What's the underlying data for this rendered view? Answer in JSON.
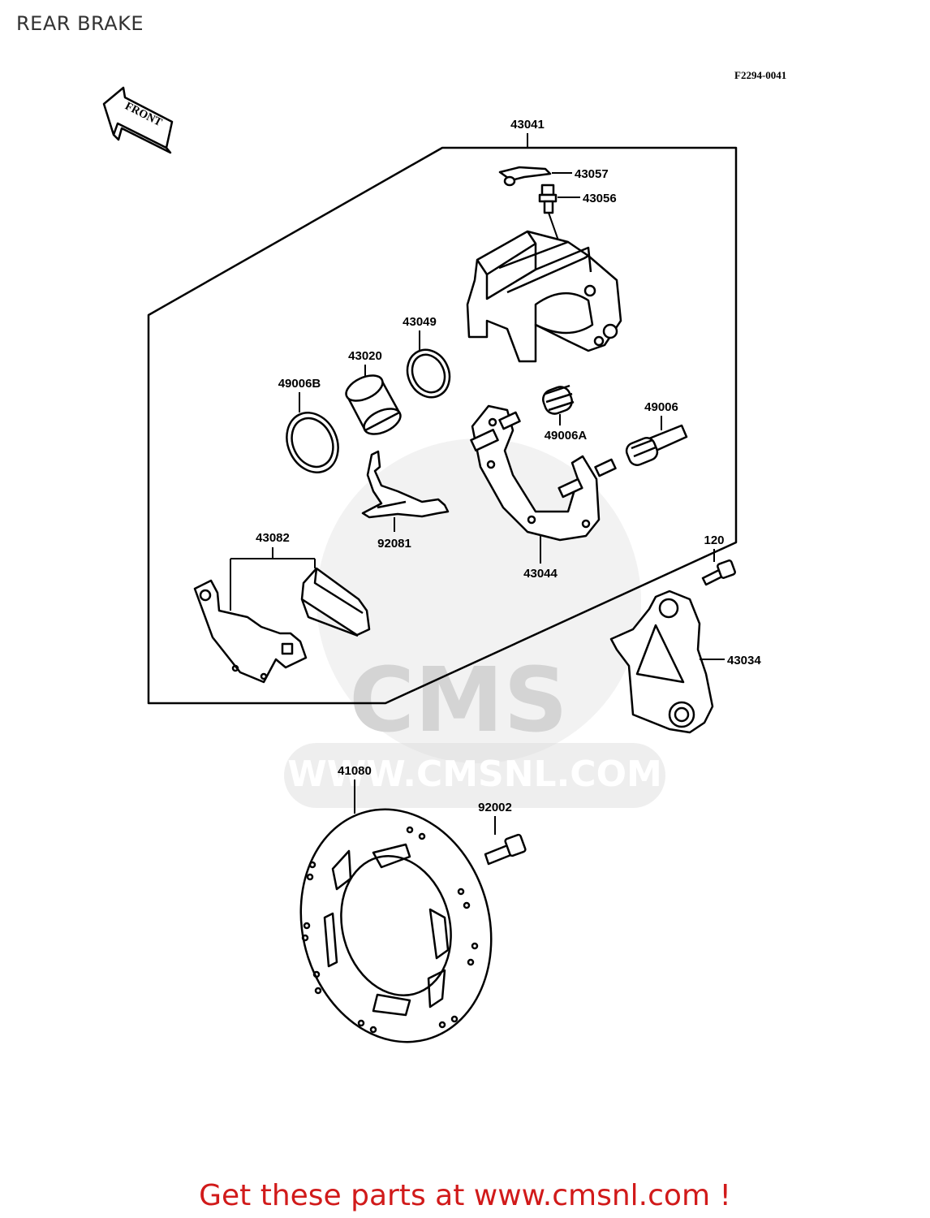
{
  "page": {
    "title": "REAR BRAKE",
    "figure_ref": "F2294-0041",
    "footer_link": "Get these parts at www.cmsnl.com !"
  },
  "watermark": {
    "brand": "CMS",
    "url": "WWW.CMSNL.COM"
  },
  "direction_arrow": {
    "label": "FRONT"
  },
  "parts": {
    "p43041": "43041",
    "p43057": "43057",
    "p43056": "43056",
    "p43049": "43049",
    "p43020": "43020",
    "p49006B": "49006B",
    "p49006": "49006",
    "p49006A": "49006A",
    "p92081": "92081",
    "p43082": "43082",
    "p43044": "43044",
    "p120": "120",
    "p43034": "43034",
    "p41080": "41080",
    "p92002": "92002"
  },
  "colors": {
    "footer_link": "#d11a1a",
    "watermark": "#d9d9d9"
  }
}
